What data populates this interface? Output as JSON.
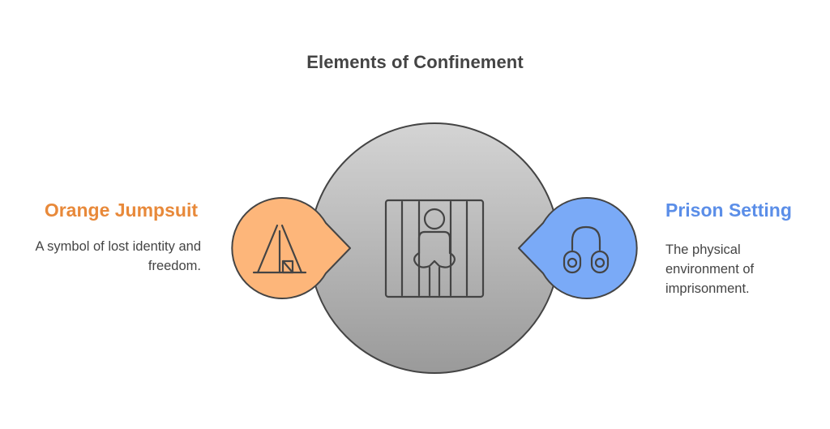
{
  "title": "Elements of Confinement",
  "colors": {
    "left_accent": "#E8893A",
    "left_fill": "#FDB67A",
    "right_accent": "#5B8EE8",
    "right_fill": "#7AAAF7",
    "center_top": "#D4D4D4",
    "center_bottom": "#9A9A9A",
    "stroke": "#444444"
  },
  "left": {
    "heading": "Orange Jumpsuit",
    "description": "A symbol of lost identity and freedom.",
    "icon": "tent-icon"
  },
  "right": {
    "heading": "Prison Setting",
    "description": "The physical environment of imprisonment.",
    "icon": "handcuffs-icon"
  },
  "center": {
    "icon": "prisoner-behind-bars-icon"
  }
}
